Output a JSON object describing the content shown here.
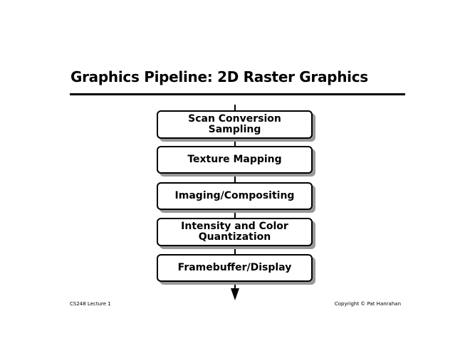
{
  "title": "Graphics Pipeline: 2D Raster Graphics",
  "stages": [
    {
      "lines": [
        "Scan Conversion",
        "Sampling"
      ]
    },
    {
      "lines": [
        "Texture Mapping"
      ]
    },
    {
      "lines": [
        "Imaging/Compositing"
      ]
    },
    {
      "lines": [
        "Intensity and Color",
        "Quantization"
      ]
    },
    {
      "lines": [
        "Framebuffer/Display"
      ]
    }
  ],
  "footer": {
    "left": "CS248 Lecture 1",
    "right": "Copyright © Pat Hanrahan"
  }
}
